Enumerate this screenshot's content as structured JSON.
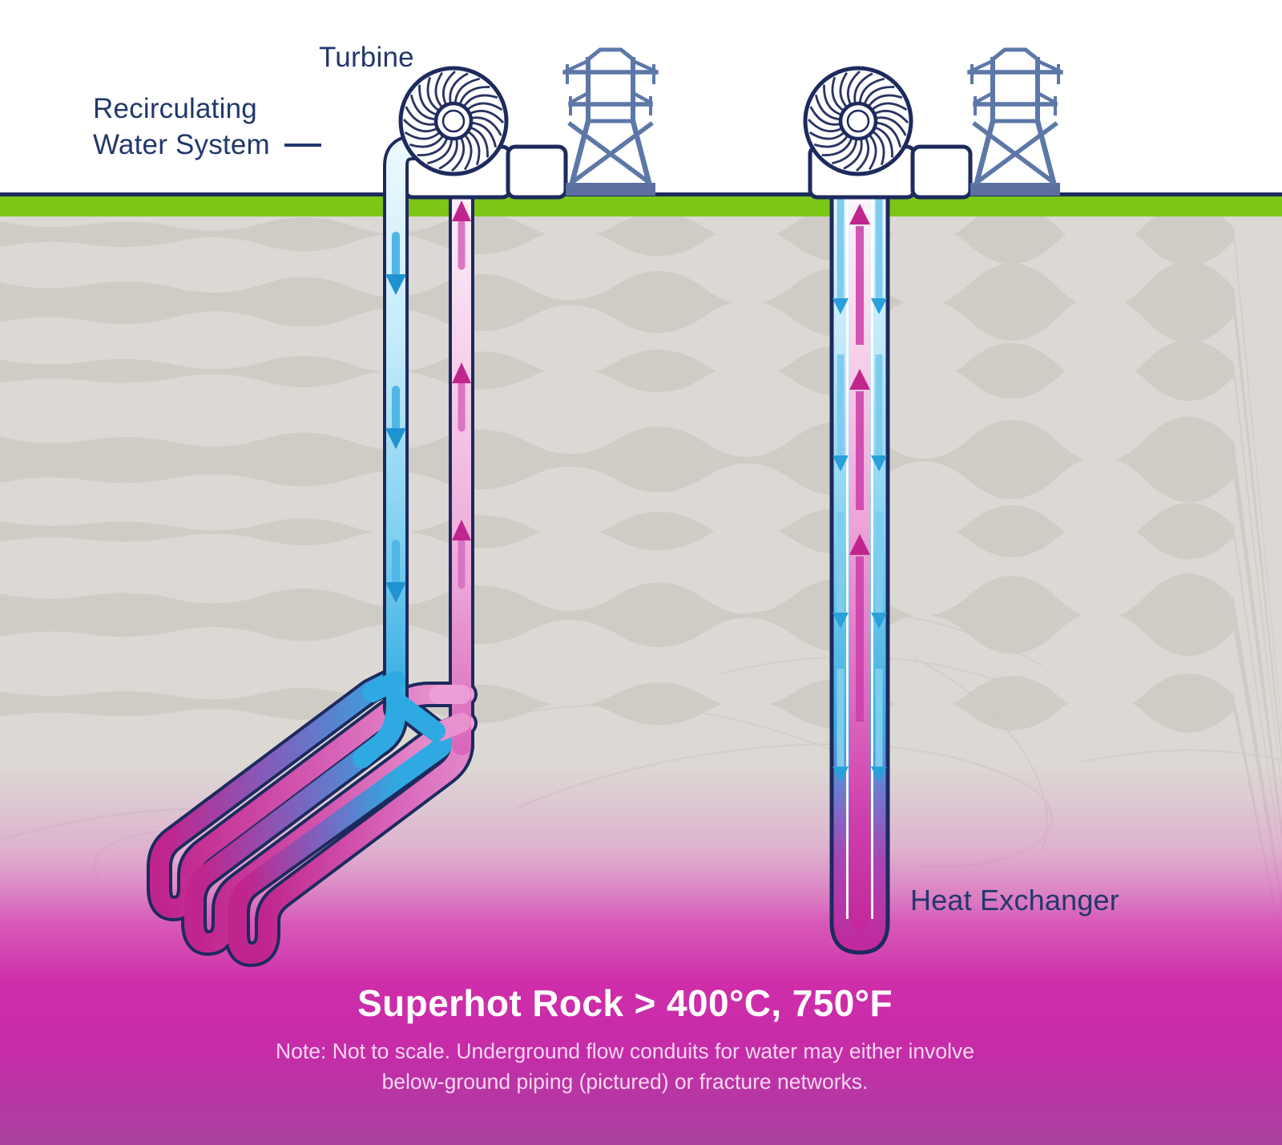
{
  "labels": {
    "recirculating_line1": "Recirculating",
    "recirculating_line2": "Water System",
    "turbine": "Turbine",
    "heat_exchanger": "Heat Exchanger"
  },
  "headline": {
    "superhot": "Superhot Rock > 400°C, 750°F"
  },
  "note": {
    "line1": "Note: Not to scale. Underground flow conduits for water may either involve",
    "line2": "below-ground piping (pictured) or fracture networks."
  },
  "colors": {
    "outline_navy": "#1d2a5e",
    "label_navy": "#22386b",
    "surface_green": "#7cc616",
    "rock_gray": "#dcd9d4",
    "rock_band_gray": "#cfccc6",
    "magma_magenta": "#c62ba8",
    "cold_water_blue": "#2fa9e1",
    "hot_water_magenta": "#c0258d",
    "return_pink": "#e489cb",
    "tower_slate": "#5d78a8"
  },
  "icons": {
    "turbine_wheel": "turbine-wheel-icon",
    "transmission_tower": "transmission-tower-icon",
    "cold_flow": "down-arrow-icon",
    "hot_flow": "up-arrow-icon"
  }
}
